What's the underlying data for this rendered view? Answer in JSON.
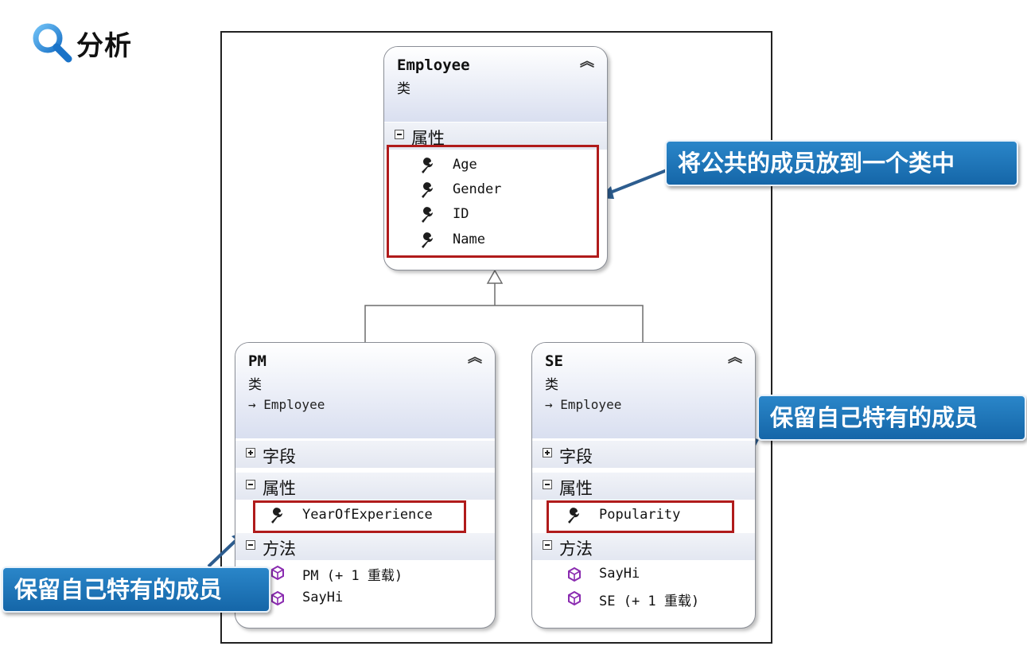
{
  "header": {
    "icon": "search-icon",
    "title": "分析"
  },
  "classes": {
    "employee": {
      "name": "Employee",
      "kind": "类",
      "sections": {
        "properties": "属性"
      },
      "properties": [
        "Age",
        "Gender",
        "ID",
        "Name"
      ]
    },
    "pm": {
      "name": "PM",
      "kind": "类",
      "parent": "Employee",
      "sections": {
        "fields": "字段",
        "properties": "属性",
        "methods": "方法"
      },
      "properties": [
        "YearOfExperience"
      ],
      "methods": [
        "PM (+ 1 重载)",
        "SayHi"
      ]
    },
    "se": {
      "name": "SE",
      "kind": "类",
      "parent": "Employee",
      "sections": {
        "fields": "字段",
        "properties": "属性",
        "methods": "方法"
      },
      "properties": [
        "Popularity"
      ],
      "methods": [
        "SayHi",
        "SE (+ 1 重载)"
      ]
    }
  },
  "callouts": {
    "common": "将公共的成员放到一个类中",
    "se_own": "保留自己特有的成员",
    "pm_own": "保留自己特有的成员"
  },
  "colors": {
    "callout_bg": "#1b72b8",
    "highlight": "#b01b1b",
    "header_gradient": "#d9dff0",
    "arrow": "#2d5d8f"
  }
}
